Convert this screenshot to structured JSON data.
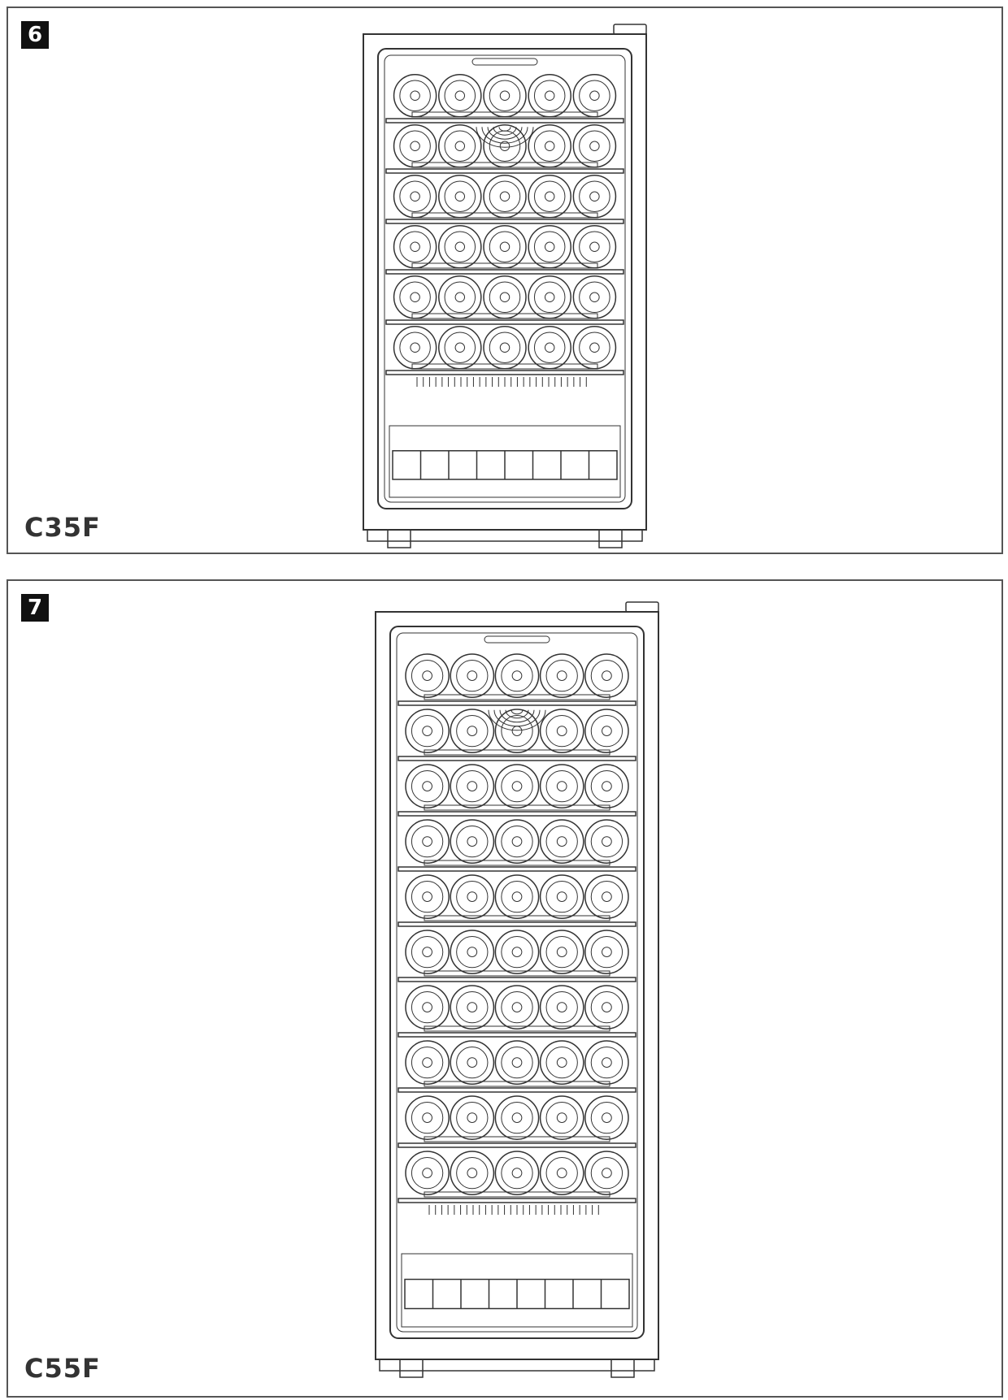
{
  "figures": [
    {
      "number": "6",
      "model": "C35F",
      "shelves": 6,
      "bottles_per_shelf": 5
    },
    {
      "number": "7",
      "model": "C55F",
      "shelves": 10,
      "bottles_per_shelf": 5
    }
  ],
  "colors": {
    "line": "#333333",
    "border": "#555555",
    "badge": "#111111"
  }
}
